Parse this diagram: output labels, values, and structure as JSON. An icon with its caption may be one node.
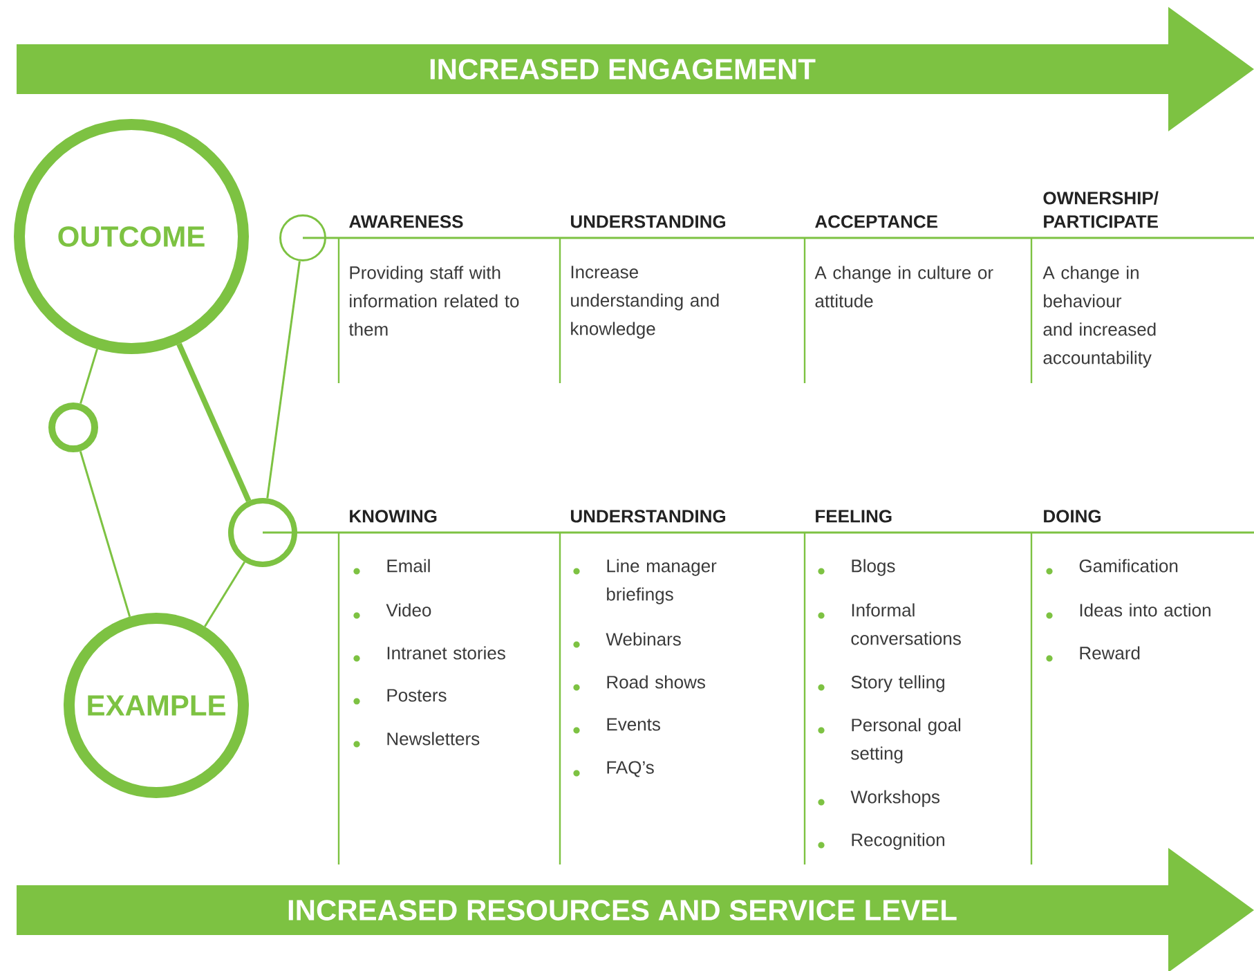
{
  "diagram": {
    "nodes": [
      {
        "text": [
          "INCREASED ENGAGEMENT"
        ]
      },
      {
        "text": [
          "OUTCOME"
        ]
      },
      {
        "text": [],
        "shape": "circle"
      },
      {
        "text": [],
        "shape": "circle"
      },
      {
        "text": [],
        "shape": "circle"
      },
      {
        "text": [
          "EXAMPLE"
        ]
      },
      {
        "text": [
          "INCREASED RESOURCES AND SERVICE LEVEL"
        ]
      }
    ],
    "edges": [
      {
        "from": 1,
        "to": 3,
        "arrow": "none"
      },
      {
        "from": 3,
        "to": 5,
        "arrow": "none"
      },
      {
        "from": 1,
        "to": 4,
        "arrow": "none",
        "style": "thick"
      },
      {
        "from": 4,
        "to": 5,
        "arrow": "none"
      },
      {
        "from": 4,
        "to": 2,
        "arrow": "none"
      }
    ],
    "labels": [
      "AWARENESS",
      "UNDERSTANDING",
      "ACCEPTANCE",
      "OWNERSHIP/ PARTICIPATE",
      "Providing staff with information related to them",
      "Increase understanding and knowledge",
      "A change in culture or attitude",
      "A change in behaviour and increased accountability",
      "KNOWING",
      "UNDERSTANDING",
      "FEELING",
      "DOING",
      "Email",
      "Video",
      "Intranet stories",
      "Posters",
      "Newsletters",
      "Line manager briefings",
      "Webinars",
      "Road shows",
      "Events",
      "FAQ’s",
      "Blogs",
      "Informal conversations",
      "Story telling",
      "Personal goal setting",
      "Workshops",
      "Recognition",
      "Gamification",
      "Ideas into action",
      "Reward"
    ]
  }
}
